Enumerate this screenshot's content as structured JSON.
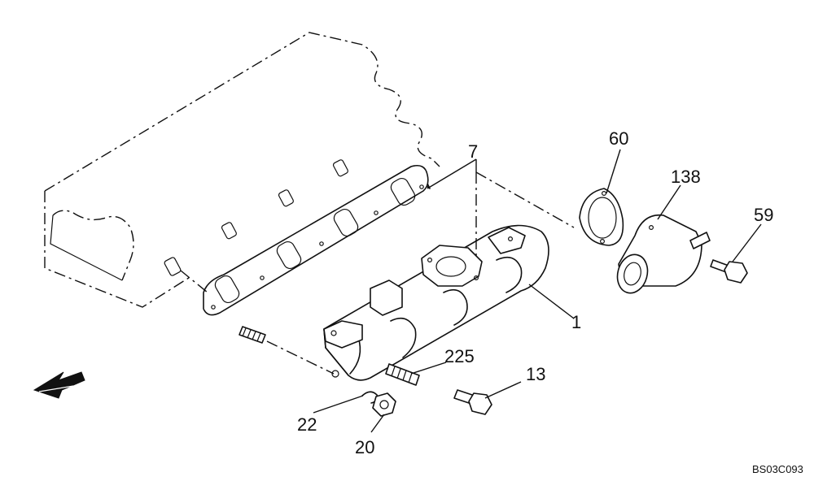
{
  "parts": {
    "p1": "1",
    "p7": "7",
    "p13": "13",
    "p20": "20",
    "p22": "22",
    "p59": "59",
    "p60": "60",
    "p138": "138",
    "p225": "225"
  },
  "drawing_ref": "BS03C093",
  "front_arrow_icon": "arrow-front-icon"
}
